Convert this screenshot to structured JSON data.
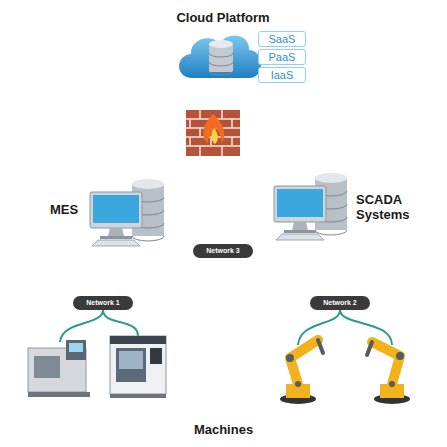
{
  "diagram": {
    "caption": "Machines",
    "nodes": [
      {
        "text": [
          "Cloud Platform"
        ]
      },
      {
        "text": [
          "SaaS"
        ],
        "in": 0
      },
      {
        "text": [
          "PaaS"
        ],
        "in": 0
      },
      {
        "text": [
          "IaaS"
        ],
        "in": 0
      },
      {
        "text": [
          "MES"
        ]
      },
      {
        "text": [
          "SCADA Systems"
        ]
      },
      {
        "text": [
          "Network 3"
        ]
      },
      {
        "text": [
          "Network 1"
        ]
      },
      {
        "text": [
          "Network 2"
        ]
      }
    ],
    "edges": [
      {
        "from": 0,
        "to": 4,
        "arrow": "none"
      },
      {
        "from": 0,
        "to": 5,
        "arrow": "none"
      },
      {
        "from": 4,
        "to": 6,
        "arrow": "none"
      },
      {
        "from": 5,
        "to": 6,
        "arrow": "none"
      },
      {
        "from": 6,
        "to": 7,
        "arrow": "none"
      },
      {
        "from": 6,
        "to": 8,
        "arrow": "none"
      }
    ]
  }
}
